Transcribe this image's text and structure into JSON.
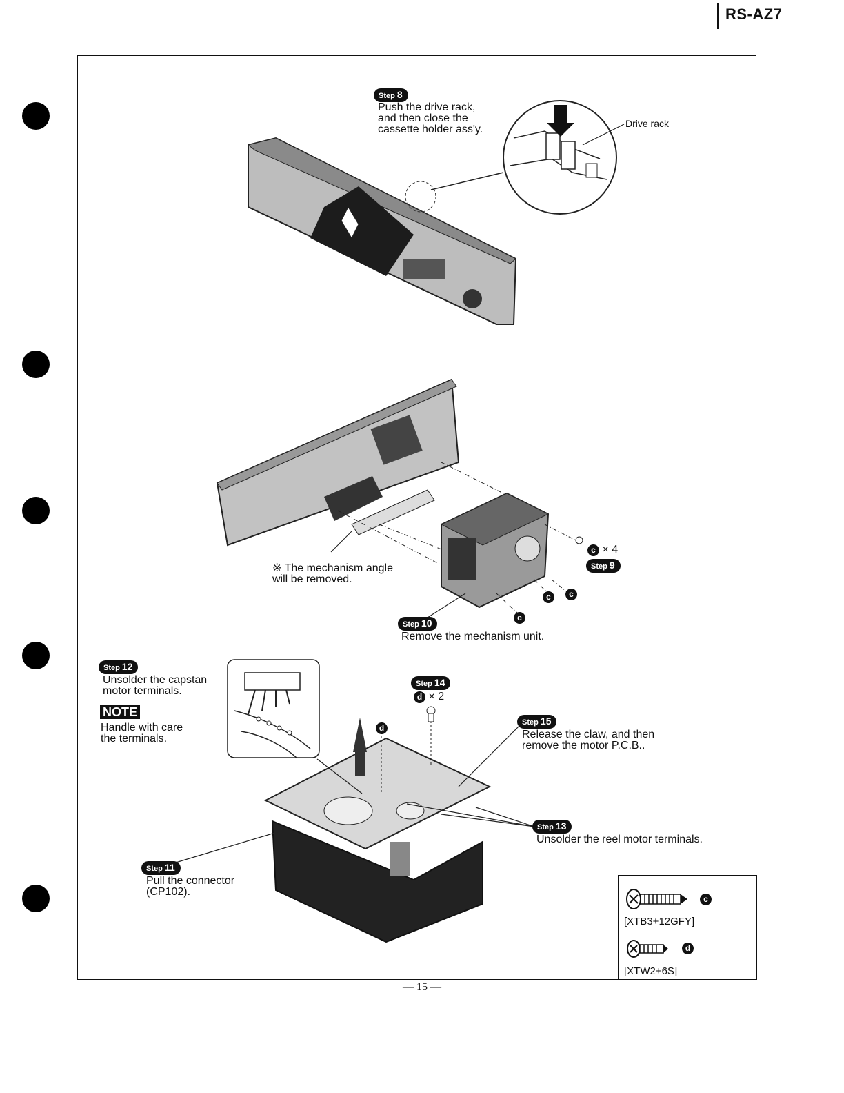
{
  "header": {
    "model": "RS-AZ7"
  },
  "steps": {
    "step8": {
      "badge": "Step",
      "num": "8",
      "text": "Push the drive rack,\nand then close the\ncassette holder ass'y.",
      "callout": "Drive rack"
    },
    "step9": {
      "badge": "Step",
      "num": "9",
      "screw_count": "× 4",
      "screw_letter": "c"
    },
    "step10": {
      "badge": "Step",
      "num": "10",
      "text": "Remove the mechanism unit.",
      "note": "※ The mechanism angle\n   will be removed."
    },
    "step11": {
      "badge": "Step",
      "num": "11",
      "text": "Pull the connector\n(CP102)."
    },
    "step12": {
      "badge": "Step",
      "num": "12",
      "text": "Unsolder the capstan\nmotor terminals.",
      "note_label": "NOTE",
      "note_text": "Handle with care\nthe terminals."
    },
    "step13": {
      "badge": "Step",
      "num": "13",
      "text": "Unsolder the reel motor terminals."
    },
    "step14": {
      "badge": "Step",
      "num": "14",
      "screw_count": "× 2",
      "screw_letter": "d"
    },
    "step15": {
      "badge": "Step",
      "num": "15",
      "text": "Release the claw, and then\nremove the motor P.C.B.."
    }
  },
  "screw_markers": {
    "c": "c",
    "d": "d"
  },
  "legend": {
    "items": [
      {
        "letter": "c",
        "part": "[XTB3+12GFY]"
      },
      {
        "letter": "d",
        "part": "[XTW2+6S]"
      }
    ]
  },
  "footer": {
    "page": "— 15 —"
  }
}
